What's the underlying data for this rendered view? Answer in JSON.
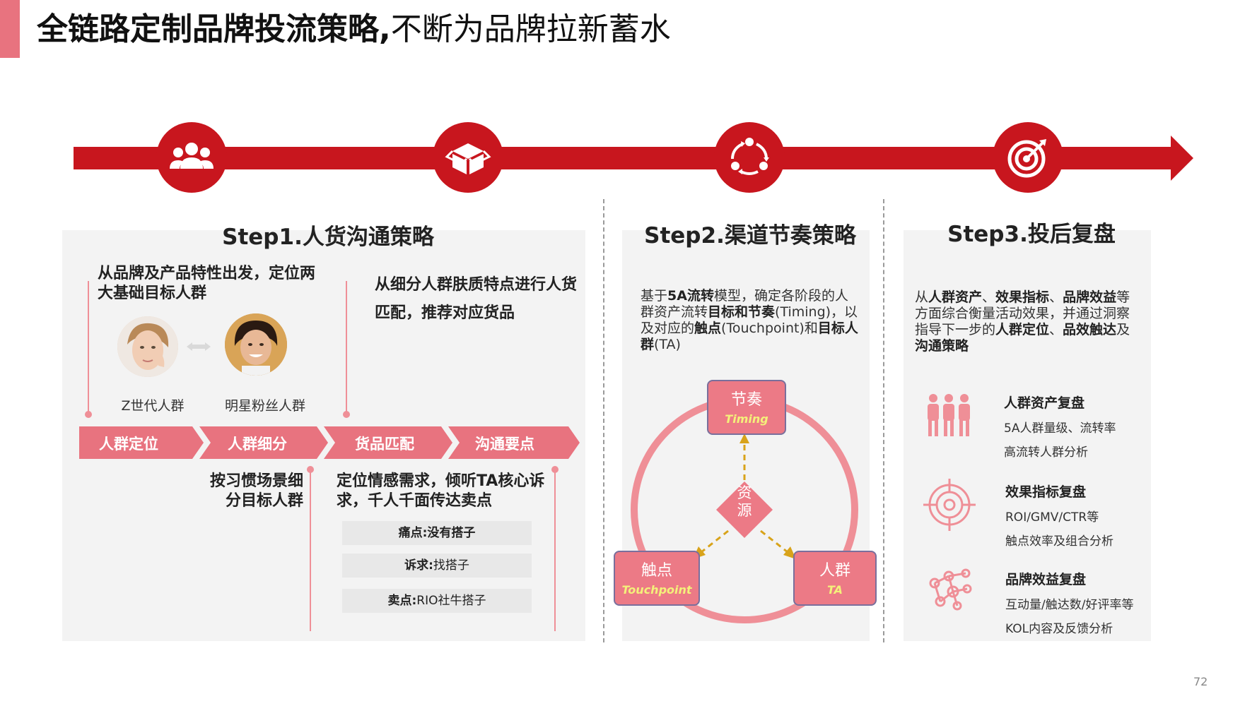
{
  "title": {
    "bold": "全链路定制品牌投流策略,",
    "normal": "不断为品牌拉新蓄水"
  },
  "colors": {
    "accent": "#c8161e",
    "pink": "#ef8f97",
    "chevron": "#e8737f",
    "node": "#ec7a86"
  },
  "timeline_icons": [
    "people-icon",
    "box-icon",
    "cycle-icon",
    "target-icon"
  ],
  "step1": {
    "title": "Step1.人货沟通策略",
    "left_text": "从品牌及产品特性出发，定位两大基础目标人群",
    "right_text": "从细分人群肤质特点进行人货匹配，推荐对应货品",
    "persona1": "Z世代人群",
    "persona2": "明星粉丝人群",
    "chevrons": [
      "人群定位",
      "人群细分",
      "货品匹配",
      "沟通要点"
    ],
    "bottom_left": "按习惯场景细分目标人群",
    "bottom_right": "定位情感需求，倾听TA核心诉求，千人千面传达卖点",
    "points": [
      {
        "label": "痛点:",
        "value": "没有搭子"
      },
      {
        "label": "诉求:",
        "value": "找搭子"
      },
      {
        "label": "卖点:",
        "value": "RIO社牛搭子"
      }
    ]
  },
  "step2": {
    "title": "Step2.渠道节奏策略",
    "desc": {
      "p1": "基于",
      "b1": "5A流转",
      "p2": "模型，确定各阶段的人群资产流转",
      "b2": "目标和节奏",
      "p3": "(Timing)，以及对应的",
      "b3": "触点",
      "p4": "(Touchpoint)和",
      "b4": "目标人群",
      "p5": "(TA)"
    },
    "center": "资源",
    "nodes": {
      "timing": {
        "cn": "节奏",
        "en": "Timing"
      },
      "touch": {
        "cn": "触点",
        "en": "Touchpoint"
      },
      "ta": {
        "cn": "人群",
        "en": "TA"
      }
    }
  },
  "step3": {
    "title": "Step3.投后复盘",
    "desc": {
      "p1": "从",
      "b1": "人群资产",
      "p2": "、",
      "b2": "效果指标",
      "p3": "、",
      "b3": "品牌效益",
      "p4": "等方面综合衡量活动效果，并通过洞察指导下一步的",
      "b4": "人群定位",
      "p5": "、",
      "b5": "品效触达",
      "p6": "及",
      "b6": "沟通策略"
    },
    "items": [
      {
        "icon": "group-icon",
        "head": "人群资产复盘",
        "l1": "5A人群量级、流转率",
        "l2": "高流转人群分析"
      },
      {
        "icon": "crosshair-icon",
        "head": "效果指标复盘",
        "l1": "ROI/GMV/CTR等",
        "l2": "触点效率及组合分析"
      },
      {
        "icon": "network-icon",
        "head": "品牌效益复盘",
        "l1": "互动量/触达数/好评率等",
        "l2": "KOL内容及反馈分析"
      }
    ]
  },
  "page_number": "72"
}
